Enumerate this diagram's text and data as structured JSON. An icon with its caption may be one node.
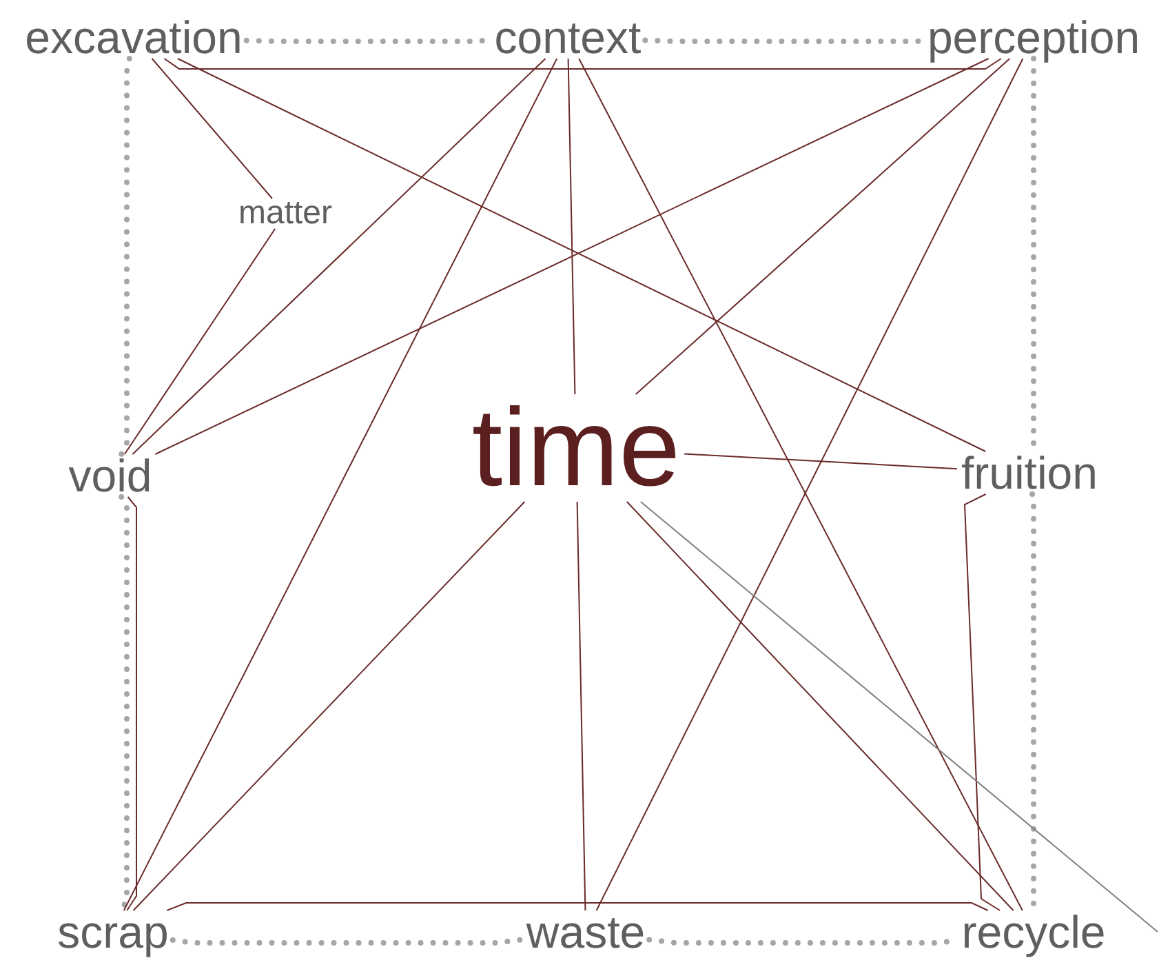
{
  "diagram": {
    "nodes": [
      {
        "text": [
          "excavation"
        ]
      },
      {
        "text": [
          "context"
        ]
      },
      {
        "text": [
          "perception"
        ]
      },
      {
        "text": [
          "matter"
        ]
      },
      {
        "text": [
          "void"
        ]
      },
      {
        "text": [
          "time"
        ]
      },
      {
        "text": [
          "fruition"
        ]
      },
      {
        "text": [
          "scrap"
        ]
      },
      {
        "text": [
          "waste"
        ]
      },
      {
        "text": [
          "recycle"
        ]
      }
    ],
    "edges": [
      {
        "from": 0,
        "to": 1,
        "arrow": "none",
        "style": "dashed",
        "color": "#a6a6a6"
      },
      {
        "from": 1,
        "to": 2,
        "arrow": "none",
        "style": "dashed",
        "color": "#a6a6a6"
      },
      {
        "from": 0,
        "to": 4,
        "arrow": "none",
        "style": "dashed",
        "color": "#a6a6a6"
      },
      {
        "from": 4,
        "to": 7,
        "arrow": "none",
        "style": "dashed",
        "color": "#a6a6a6"
      },
      {
        "from": 2,
        "to": 6,
        "arrow": "none",
        "style": "dashed",
        "color": "#a6a6a6"
      },
      {
        "from": 6,
        "to": 9,
        "arrow": "none",
        "style": "dashed",
        "color": "#a6a6a6"
      },
      {
        "from": 7,
        "to": 8,
        "arrow": "none",
        "style": "dashed",
        "color": "#a6a6a6"
      },
      {
        "from": 8,
        "to": 9,
        "arrow": "none",
        "style": "dashed",
        "color": "#a6a6a6"
      },
      {
        "from": 0,
        "to": 2,
        "arrow": "none"
      },
      {
        "from": 0,
        "to": 3,
        "arrow": "none"
      },
      {
        "from": 0,
        "to": 6,
        "arrow": "none"
      },
      {
        "from": 3,
        "to": 4,
        "arrow": "none"
      },
      {
        "from": 1,
        "to": 4,
        "arrow": "none"
      },
      {
        "from": 1,
        "to": 7,
        "arrow": "none"
      },
      {
        "from": 1,
        "to": 5,
        "arrow": "none"
      },
      {
        "from": 1,
        "to": 9,
        "arrow": "none"
      },
      {
        "from": 2,
        "to": 4,
        "arrow": "none"
      },
      {
        "from": 2,
        "to": 5,
        "arrow": "none"
      },
      {
        "from": 2,
        "to": 8,
        "arrow": "none"
      },
      {
        "from": 5,
        "to": 6,
        "arrow": "none"
      },
      {
        "from": 5,
        "to": 7,
        "arrow": "none"
      },
      {
        "from": 5,
        "to": 8,
        "arrow": "none"
      },
      {
        "from": 5,
        "to": 9,
        "arrow": "none"
      },
      {
        "from": 6,
        "to": 9,
        "arrow": "none"
      },
      {
        "from": 4,
        "to": 7,
        "arrow": "none"
      },
      {
        "from": 7,
        "to": 9,
        "arrow": "none"
      },
      {
        "from": 5,
        "to": null,
        "arrow": "none",
        "color": "#808080"
      }
    ]
  }
}
